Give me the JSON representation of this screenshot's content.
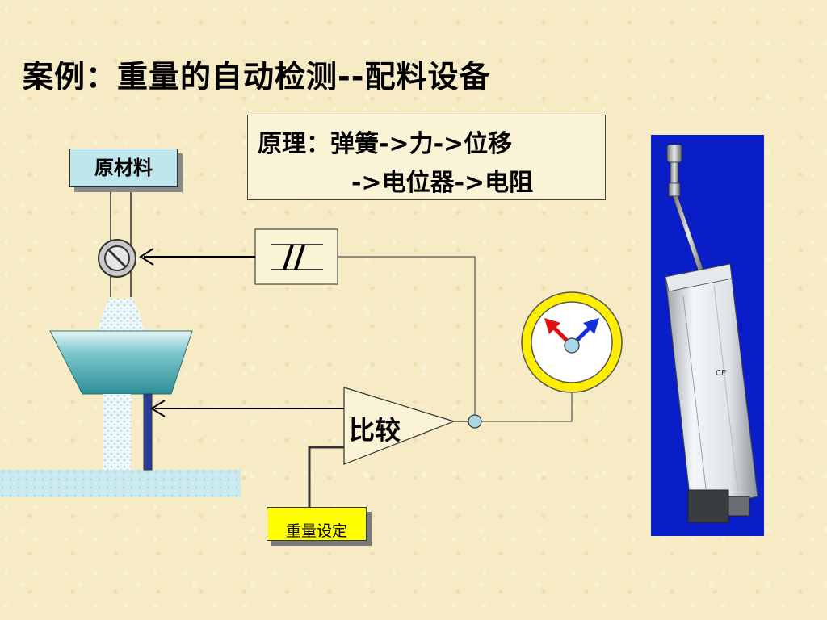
{
  "title": "案例：重量的自动检测--配料设备",
  "principle": {
    "line1": "原理：弹簧->力->位移",
    "line2": "->电位器->电阻"
  },
  "raw_material_label": "原材料",
  "weight_setting_label": "重量设定",
  "comparator_label": "比较",
  "colors": {
    "background": "#f6ebc4",
    "label_cyan": "#bfe6ec",
    "hopper_teal": "#3fa0a8",
    "gauge_ring": "#ffee00",
    "label_yellow": "#ffff00",
    "photo_background": "#0a1ec8",
    "arrow_red": "#e01010",
    "arrow_blue": "#1030e0"
  }
}
